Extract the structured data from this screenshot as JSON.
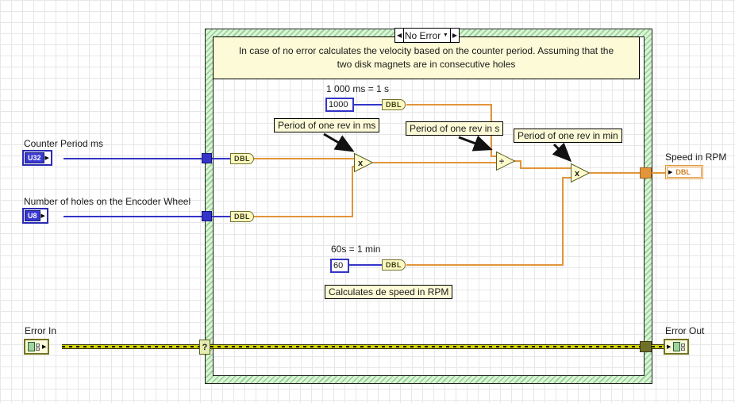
{
  "case_structure": {
    "selector": {
      "value": "No Error",
      "prev_icon": "◀",
      "next_icon": "▶",
      "dropdown_icon": "▼"
    },
    "selector_tunnel": "?",
    "comment": "In case of no error calculates the velocity based on the counter period. Assuming that the two disk magnets are in consecutive holes"
  },
  "terminals": {
    "counter_period": {
      "label": "Counter Period ms",
      "datatype": "U32",
      "arrow": "▶"
    },
    "holes": {
      "label": "Number of holes on the Encoder Wheel",
      "datatype": "U8",
      "arrow": "▶"
    },
    "error_in": {
      "label": "Error In",
      "arrow": "▶"
    },
    "speed_rpm": {
      "label": "Speed in RPM",
      "datatype": "DBL",
      "arrow": "▶"
    },
    "error_out": {
      "label": "Error Out",
      "arrow": "▶"
    }
  },
  "constants": {
    "thousand": {
      "caption": "1 000 ms = 1 s",
      "value": "1000"
    },
    "sixty": {
      "caption": "60s = 1 min",
      "value": "60"
    }
  },
  "conversions": {
    "dbl": "DBL"
  },
  "operators": {
    "multiply": "x",
    "divide": "÷"
  },
  "labels": {
    "rev_ms": "Period of one rev in ms",
    "rev_s": "Period of one rev in s",
    "rev_min": "Period of one rev in min",
    "calc_rpm": "Calculates de speed in RPM"
  },
  "colors": {
    "int_wire": "#3434c8",
    "dbl_wire": "#e2953a",
    "error_wire": "#d4d400",
    "case_green": "#8fd08f",
    "label_bg": "#fdfbd7"
  }
}
